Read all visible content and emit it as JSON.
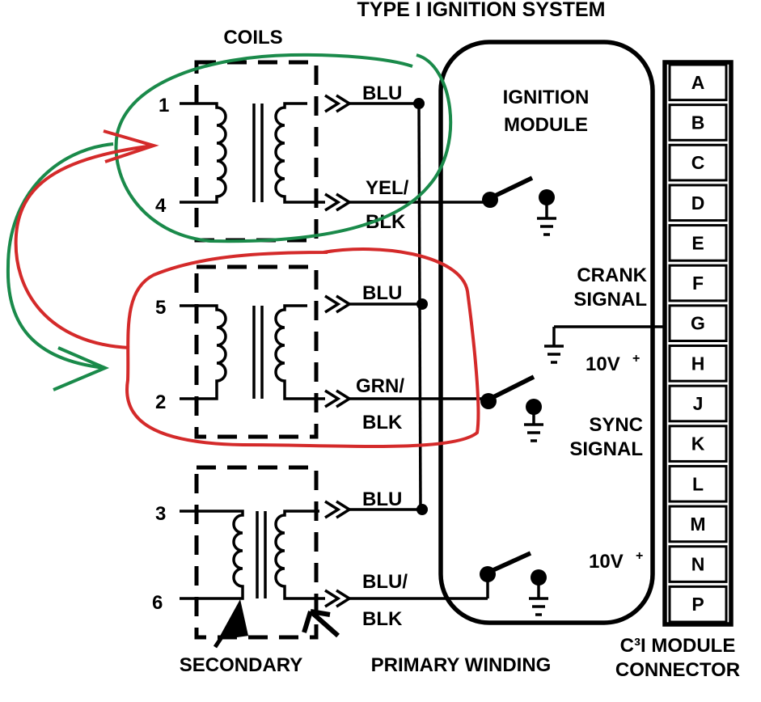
{
  "title": "TYPE I IGNITION SYSTEM",
  "coils_label": "COILS",
  "coil_terminals": [
    "1",
    "4",
    "5",
    "2",
    "3",
    "6"
  ],
  "wire_labels": {
    "coil1_blu": "BLU",
    "coil1_yel_blk_top": "YEL/",
    "coil1_yel_blk_bottom": "BLK",
    "coil2_blu": "BLU",
    "coil2_grn_blk_top": "GRN/",
    "coil2_grn_blk_bottom": "BLK",
    "coil3_blu": "BLU",
    "coil3_blu_blk_top": "BLU/",
    "coil3_blu_blk_bottom": "BLK"
  },
  "module": {
    "title_line1": "IGNITION",
    "title_line2": "MODULE",
    "crank_line1": "CRANK",
    "crank_line2": "SIGNAL",
    "sync_line1": "SYNC",
    "sync_line2": "SIGNAL",
    "voltage_1": "10V",
    "voltage_2": "10V",
    "plus": "+"
  },
  "connector": {
    "pins": [
      "A",
      "B",
      "C",
      "D",
      "E",
      "F",
      "G",
      "H",
      "J",
      "K",
      "L",
      "M",
      "N",
      "P"
    ],
    "label_line1": "C³I MODULE",
    "label_line2": "CONNECTOR"
  },
  "bottom_labels": {
    "secondary": "SECONDARY",
    "primary": "PRIMARY WINDING"
  },
  "annotation_colors": {
    "green": "#1a8a4a",
    "red": "#d42a2a"
  }
}
